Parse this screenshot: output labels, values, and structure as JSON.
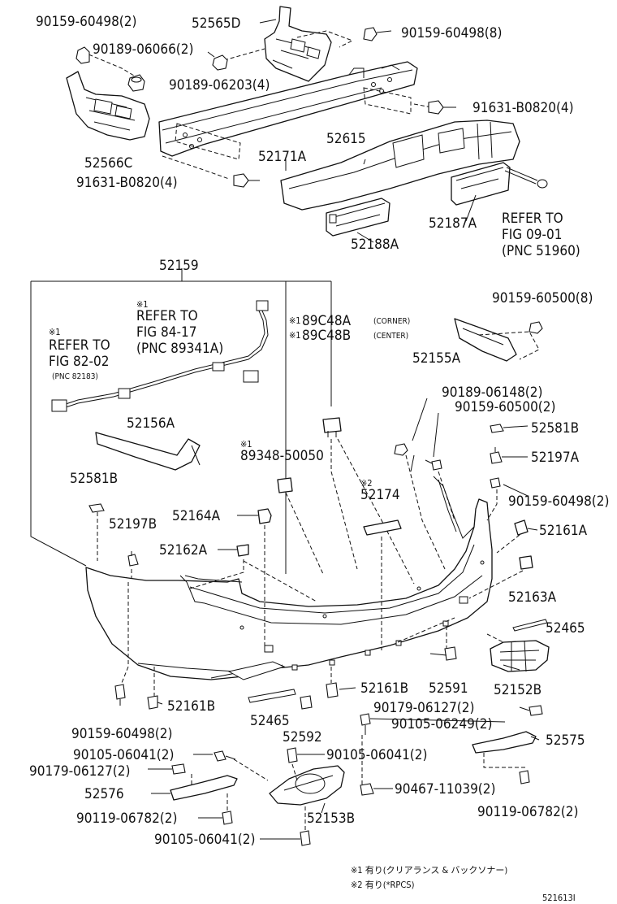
{
  "labels": {
    "p_90159_60498_tl": "90159-60498(2)",
    "p_52565D": "52565D",
    "p_90159_60498_tr": "90159-60498(8)",
    "p_90189_06066": "90189-06066(2)",
    "p_90189_06203": "90189-06203(4)",
    "p_91631_B0820_r": "91631-B0820(4)",
    "p_52566C": "52566C",
    "p_52171A": "52171A",
    "p_52615": "52615",
    "p_91631_B0820_l": "91631-B0820(4)",
    "p_52187A": "52187A",
    "p_52188A": "52188A",
    "ref_0901_a": "REFER TO",
    "ref_0901_b": "FIG 09-01",
    "ref_0901_c": "(PNC 51960)",
    "p_52159": "52159",
    "ref_8417_mark": "※1",
    "ref_8417_a": "REFER TO",
    "ref_8417_b": "FIG 84-17",
    "ref_8417_c": "(PNC 89341A)",
    "ref_8202_mark": "※1",
    "ref_8202_a": "REFER TO",
    "ref_8202_b": "FIG 82-02",
    "ref_8202_c": "(PNC 82183)",
    "p_89C48A_mark": "※1",
    "p_89C48A": "89C48A",
    "p_89C48A_note": "(CORNER)",
    "p_89C48B_mark": "※1",
    "p_89C48B": "89C48B",
    "p_89C48B_note": "(CENTER)",
    "p_90159_60500_8": "90159-60500(8)",
    "p_52155A": "52155A",
    "p_90189_06148": "90189-06148(2)",
    "p_90159_60500_2": "90159-60500(2)",
    "p_52581B_r": "52581B",
    "p_52197A": "52197A",
    "p_52156A": "52156A",
    "p_89348_mark": "※1",
    "p_89348_50050": "89348-50050",
    "p_52581B_l": "52581B",
    "p_52174_mark": "※2",
    "p_52174": "52174",
    "p_90159_60498_mr": "90159-60498(2)",
    "p_52164A": "52164A",
    "p_52197B": "52197B",
    "p_52161A": "52161A",
    "p_52162A": "52162A",
    "p_52163A": "52163A",
    "p_52465_r": "52465",
    "p_52161B_c": "52161B",
    "p_52591": "52591",
    "p_52152B": "52152B",
    "p_52161B_l": "52161B",
    "p_90179_06127_r": "90179-06127(2)",
    "p_52465_l": "52465",
    "p_90105_06249": "90105-06249(2)",
    "p_90159_60498_bl": "90159-60498(2)",
    "p_52592": "52592",
    "p_52575": "52575",
    "p_90105_06041_l": "90105-06041(2)",
    "p_90105_06041_c": "90105-06041(2)",
    "p_90179_06127_l": "90179-06127(2)",
    "p_52576": "52576",
    "p_90467_11039": "90467-11039(2)",
    "p_90119_06782_l": "90119-06782(2)",
    "p_90119_06782_r": "90119-06782(2)",
    "p_52153B": "52153B",
    "p_90105_06041_b": "90105-06041(2)",
    "note_1": "※1 有り(クリアランス & バックソナー)",
    "note_2": "※2 有り(*RPCS)",
    "fig_id": "521613I"
  }
}
